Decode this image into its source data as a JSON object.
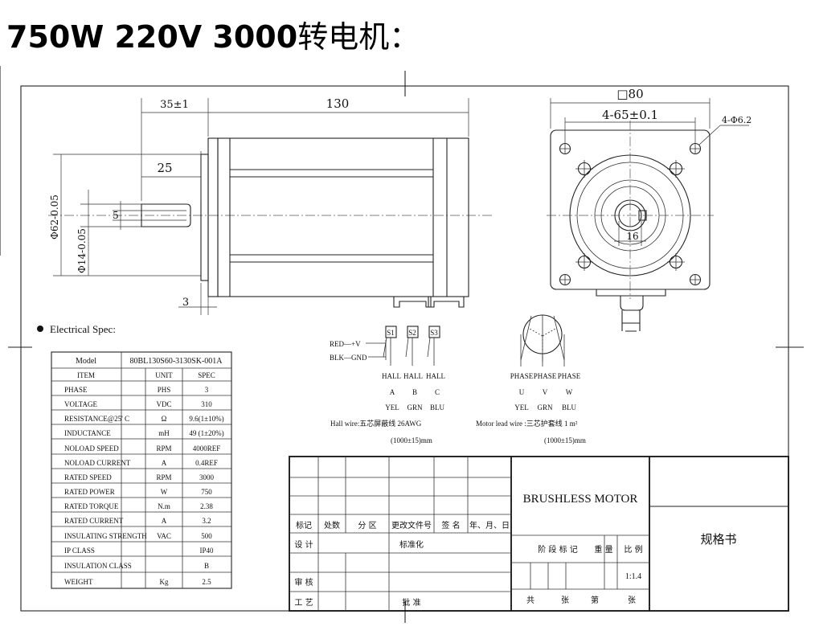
{
  "headline": {
    "bold": "750W 220V 3000",
    "cn": "转电机："
  },
  "dims": {
    "d35": "35±1",
    "d130": "130",
    "d25": "25",
    "d5": "5",
    "d3": "3",
    "d62": "Φ62-0.05",
    "d14": "Φ14-0.05",
    "d80": "□80",
    "d65": "4-65±0.1",
    "d62hole": "4-Φ6.2",
    "d16": "16"
  },
  "spec": {
    "heading": "Electrical Spec:",
    "model_label": "Model",
    "model_value": "80BL130S60-3130SK-001A",
    "columns": [
      "ITEM",
      "UNIT",
      "SPEC"
    ],
    "rows": [
      [
        "PHASE",
        "PHS",
        "3"
      ],
      [
        "VOLTAGE",
        "VDC",
        "310"
      ],
      [
        "RESISTANCE@25' C",
        "Ω",
        "9.6(1±10%)"
      ],
      [
        "INDUCTANCE",
        "mH",
        "49 (1±20%)"
      ],
      [
        "NOLOAD SPEED",
        "RPM",
        "4000REF"
      ],
      [
        "NOLOAD CURRENT",
        "A",
        "0.4REF"
      ],
      [
        "RATED SPEED",
        "RPM",
        "3000"
      ],
      [
        "RATED POWER",
        "W",
        "750"
      ],
      [
        "RATED TORQUE",
        "N.m",
        "2.38"
      ],
      [
        "RATED CURRENT",
        "A",
        "3.2"
      ],
      [
        "INSULATING STRENGTH",
        "VAC",
        "500"
      ],
      [
        "IP CLASS",
        "",
        "IP40"
      ],
      [
        "INSULATION CLASS",
        "",
        "B"
      ],
      [
        "WEIGHT",
        "Kg",
        "2.5"
      ]
    ]
  },
  "hall": {
    "red": "RED—+V",
    "blk": "BLK—GND",
    "sensors": [
      "S1",
      "S2",
      "S3"
    ],
    "labels": [
      "HALL",
      "HALL",
      "HALL"
    ],
    "phases": [
      "A",
      "B",
      "C"
    ],
    "colors": [
      "YEL",
      "GRN",
      "BLU"
    ],
    "wire": "Hall wire:五芯屏蔽线 26AWG",
    "length": "(1000±15)mm"
  },
  "motor_wire": {
    "labels": [
      "PHASE",
      "PHASE",
      "PHASE"
    ],
    "phases": [
      "U",
      "V",
      "W"
    ],
    "colors": [
      "YEL",
      "GRN",
      "BLU"
    ],
    "wire": "Motor lead wire :三芯护套线 1 m²",
    "length": "(1000±15)mm"
  },
  "title_block": {
    "product": "BRUSHLESS MOTOR",
    "doc_type": "规格书",
    "rev_headers": [
      "标记",
      "处数",
      "分 区",
      "更改文件号",
      "签 名",
      "年、月、日"
    ],
    "design": "设 计",
    "standard": "标准化",
    "review": "审 核",
    "process": "工 艺",
    "approve": "批 准",
    "stage": "阶 段 标 记",
    "weight": "重 量",
    "scale": "比 例",
    "scale_value": "1:1.4",
    "sheets": [
      "共",
      "张",
      "第",
      "张"
    ]
  }
}
